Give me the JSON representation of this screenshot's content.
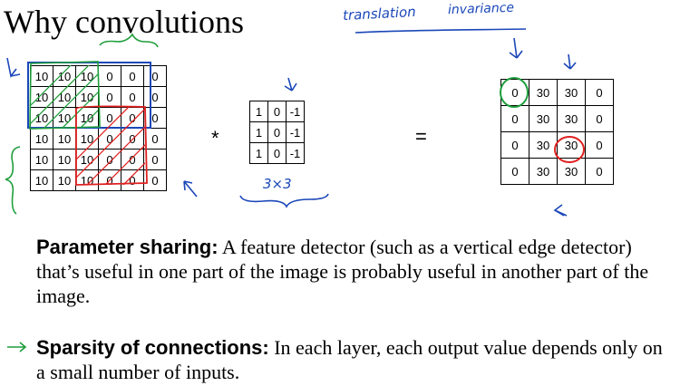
{
  "title": "Why convolutions",
  "annotations": {
    "translation": "translation",
    "invariance": "invariance",
    "kernel_size": "3×3"
  },
  "input_matrix": [
    [
      "10",
      "10",
      "10",
      "0",
      "0",
      "0"
    ],
    [
      "10",
      "10",
      "10",
      "0",
      "0",
      "0"
    ],
    [
      "10",
      "10",
      "10",
      "0",
      "0",
      "0"
    ],
    [
      "10",
      "10",
      "10",
      "0",
      "0",
      "0"
    ],
    [
      "10",
      "10",
      "10",
      "0",
      "0",
      "0"
    ],
    [
      "10",
      "10",
      "10",
      "0",
      "0",
      "0"
    ]
  ],
  "kernel": [
    [
      "1",
      "0",
      "-1"
    ],
    [
      "1",
      "0",
      "-1"
    ],
    [
      "1",
      "0",
      "-1"
    ]
  ],
  "output_matrix": [
    [
      "0",
      "30",
      "30",
      "0"
    ],
    [
      "0",
      "30",
      "30",
      "0"
    ],
    [
      "0",
      "30",
      "30",
      "0"
    ],
    [
      "0",
      "30",
      "30",
      "0"
    ]
  ],
  "operators": {
    "convolve": "*",
    "equals": "="
  },
  "points": [
    {
      "heading": "Parameter sharing:",
      "text": " A feature detector (such as a vertical edge detector) that’s useful in one part of the image is probably useful in another part of the image."
    },
    {
      "heading": "Sparsity of connections:",
      "text": " In each layer, each output value depends only on a small number of inputs."
    }
  ],
  "ink_colors": {
    "blue": "#1a47b8",
    "green": "#1f9e3c",
    "red": "#e02020"
  }
}
